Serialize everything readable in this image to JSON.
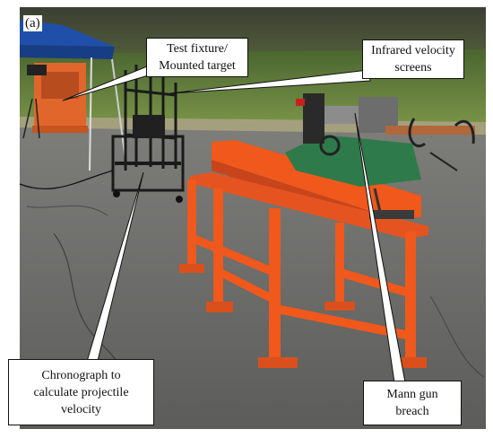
{
  "figure": {
    "panel_label": "(a)",
    "callouts": {
      "test_fixture": "Test fixture/\nMounted target",
      "infrared_screens": "Infrared velocity\nscreens",
      "chronograph": "Chronograph to\ncalculate projectile\nvelocity",
      "mann_gun": "Mann gun\nbreach"
    }
  },
  "colors": {
    "rack_orange": "#f0581c",
    "breech_green": "#2f7a4a",
    "asphalt": "#6e6e6c",
    "grass": "#5f7d3a",
    "canopy_blue": "#1f4fa8"
  }
}
